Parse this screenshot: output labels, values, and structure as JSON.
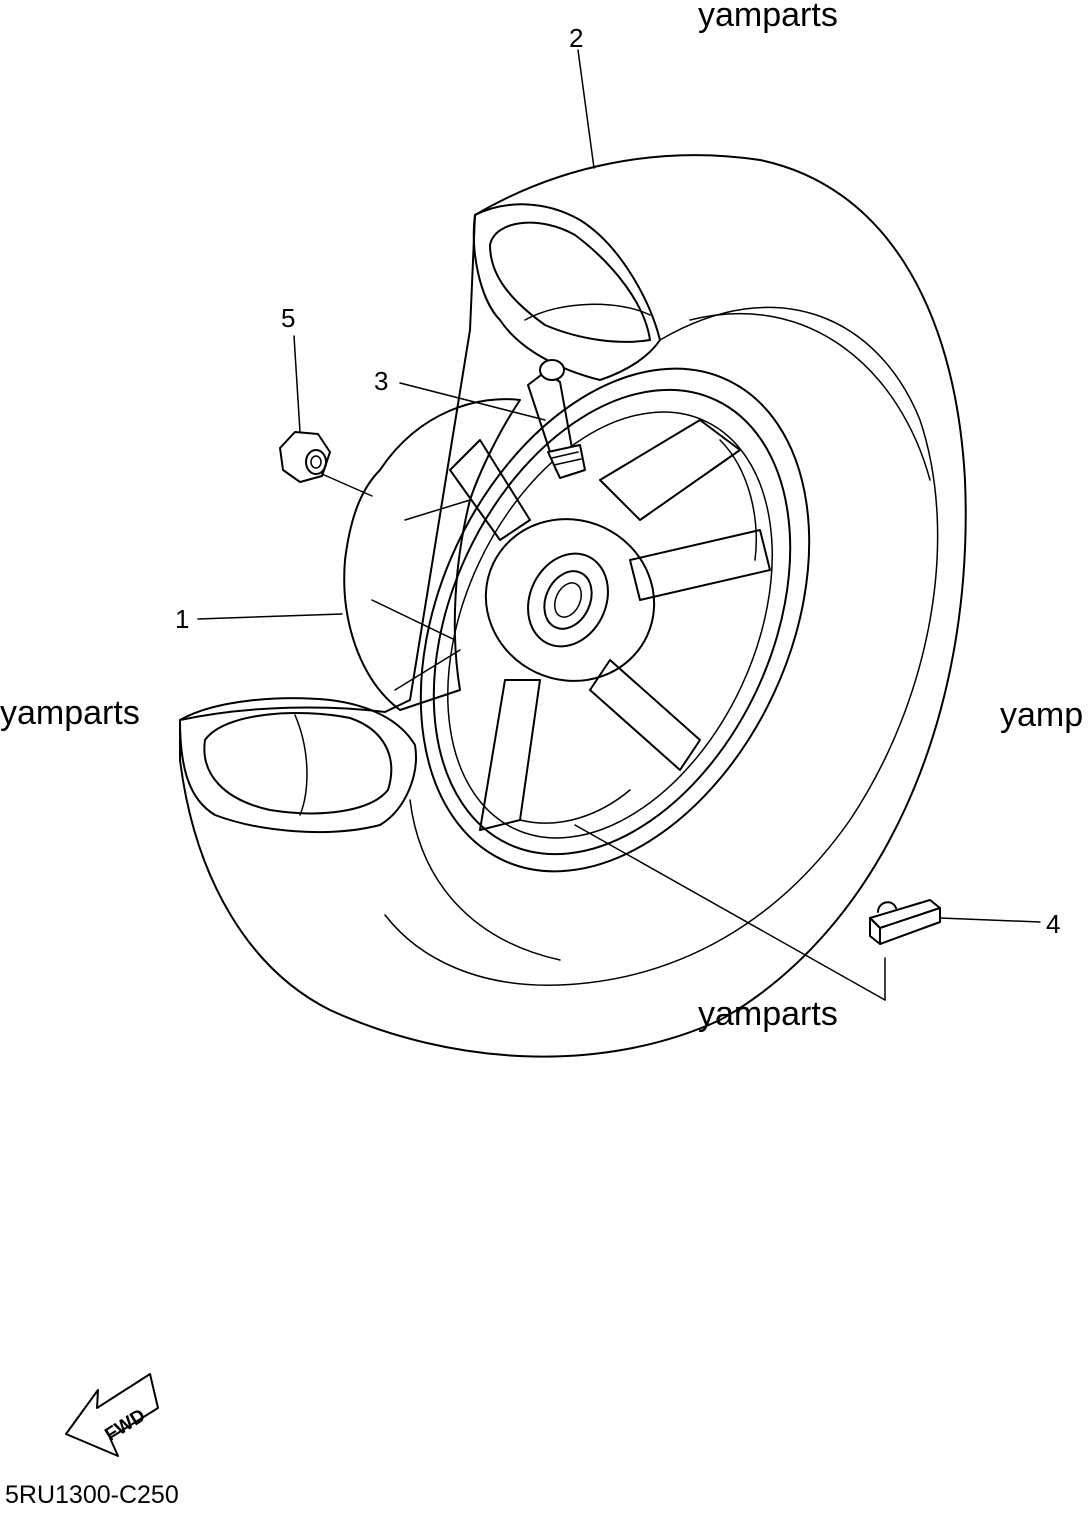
{
  "watermarks": {
    "top": "yamparts",
    "left": "yamparts",
    "right": "yamp",
    "bottom": "yamparts"
  },
  "callouts": {
    "wheel": "1",
    "tire": "2",
    "valve": "3",
    "balance_weight": "4",
    "nut": "5"
  },
  "fwd_label": "FWD",
  "diagram_code": "5RU1300-C250"
}
